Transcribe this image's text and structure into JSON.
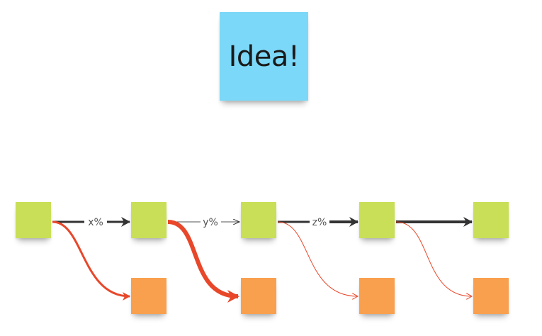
{
  "idea_note": {
    "text": "Idea!",
    "color": "#7cd8f8"
  },
  "colors": {
    "green_note": "#c9df58",
    "orange_note": "#f9a04f",
    "dark_arrow": "#333333",
    "red_arrow": "#e8472a",
    "label_text": "#555555"
  },
  "arrow_labels": [
    "x%",
    "y%",
    "z%"
  ]
}
